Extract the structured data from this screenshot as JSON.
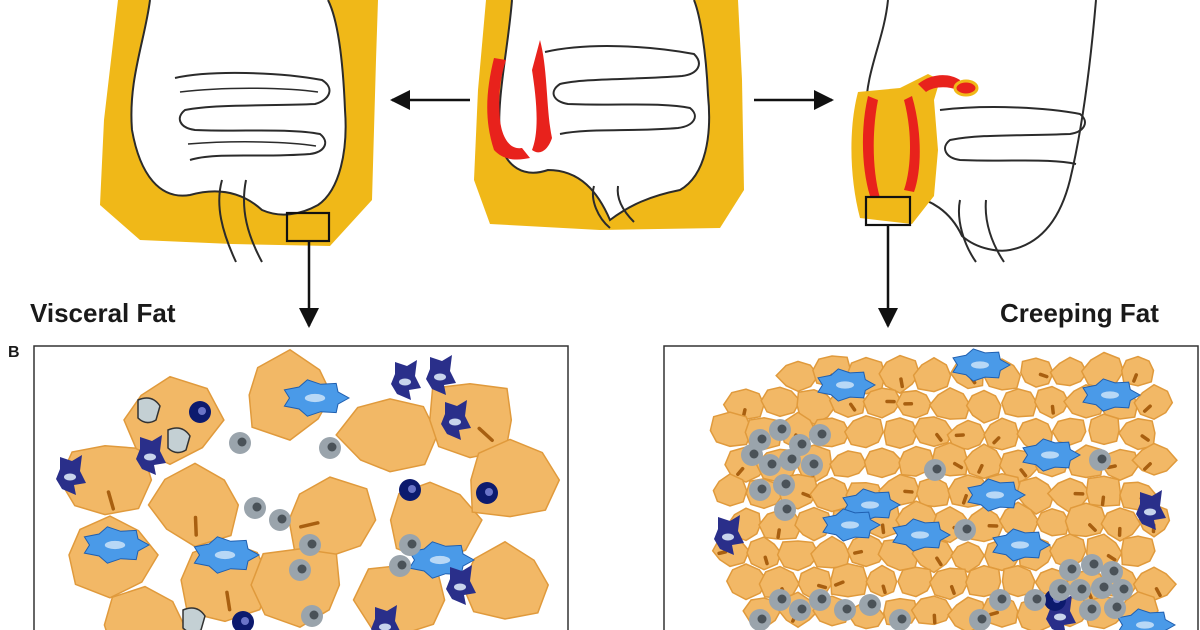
{
  "labels": {
    "visceral": "Visceral Fat",
    "creeping": "Creeping  Fat",
    "panel": "B"
  },
  "colors": {
    "fat": "#f0b818",
    "inflamed": "#e8221c",
    "adipocyte": "#f2b866",
    "adipocyte_border": "#e09a3c",
    "nucleus_streak": "#a85f10",
    "blue_cell": "#4a9ae8",
    "dark_cell": "#2a2f8a",
    "navy_cell": "#0c1a6e",
    "grey_cell": "#9aa4ac",
    "grey_core": "#4a5258",
    "outline": "#2b2b2b"
  },
  "icons": {
    "arrow_left": "arrow-left-icon",
    "arrow_right": "arrow-right-icon",
    "arrow_down": "arrow-down-icon"
  }
}
